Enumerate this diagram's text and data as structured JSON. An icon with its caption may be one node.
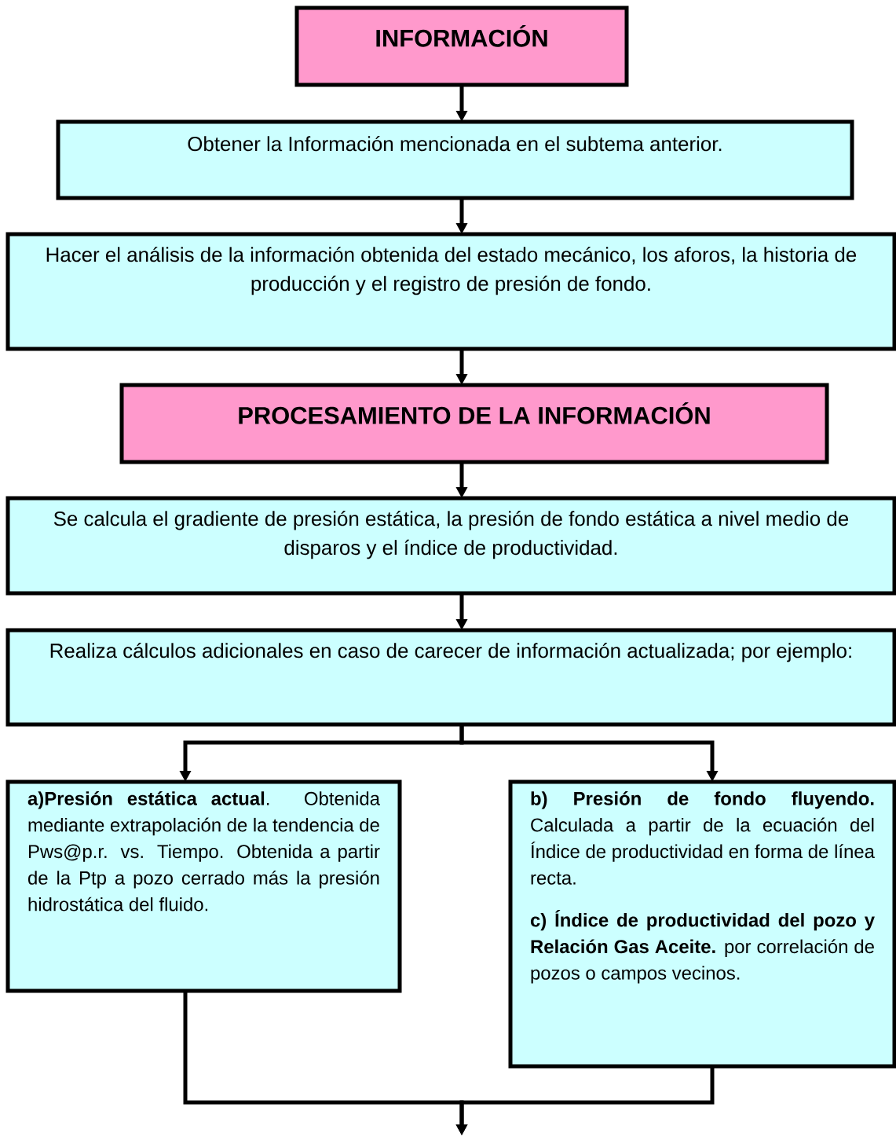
{
  "diagram": {
    "nodes": [
      {
        "text": [
          "INFORMACIÓN"
        ]
      },
      {
        "text": [
          "Obtener la Información mencionada en el subtema anterior."
        ]
      },
      {
        "text": [
          "Hacer el análisis de la información obtenida del estado mecánico, los aforos, la historia de producción y el registro de presión de fondo."
        ]
      },
      {
        "text": [
          "PROCESAMIENTO DE LA INFORMACIÓN"
        ]
      },
      {
        "text": [
          "Se calcula el gradiente de presión estática, la presión de fondo estática a nivel medio de disparos y el índice de productividad."
        ]
      },
      {
        "text": [
          "Realiza cálculos adicionales en caso de carecer de información actualizada; por ejemplo:"
        ]
      },
      {
        "text": [
          "**a)Presión estática actual**. Obtenida mediante extrapolación de la tendencia de Pws@p.r. vs. Tiempo. Obtenida a partir de la Ptp a pozo cerrado más la presión hidrostática del fluido."
        ]
      },
      {
        "text": [
          "**b) Presión de fondo fluyendo.** Calculada a partir de la ecuación del Índice de productividad en forma de línea recta.",
          "**c) Índice de productividad del pozo y Relación Gas Aceite.** por correlación de pozos o campos vecinos."
        ]
      }
    ],
    "edges": [
      {
        "from": 0,
        "to": 1,
        "arrow": "to"
      },
      {
        "from": 1,
        "to": 2,
        "arrow": "to"
      },
      {
        "from": 2,
        "to": 3,
        "arrow": "to"
      },
      {
        "from": 3,
        "to": 4,
        "arrow": "to"
      },
      {
        "from": 4,
        "to": 5,
        "arrow": "to"
      },
      {
        "from": 5,
        "to": 6,
        "arrow": "to"
      },
      {
        "from": 5,
        "to": 7,
        "arrow": "to"
      },
      {
        "from": 6,
        "to": null,
        "arrow": "to"
      },
      {
        "from": 7,
        "to": null,
        "arrow": "to"
      }
    ]
  }
}
